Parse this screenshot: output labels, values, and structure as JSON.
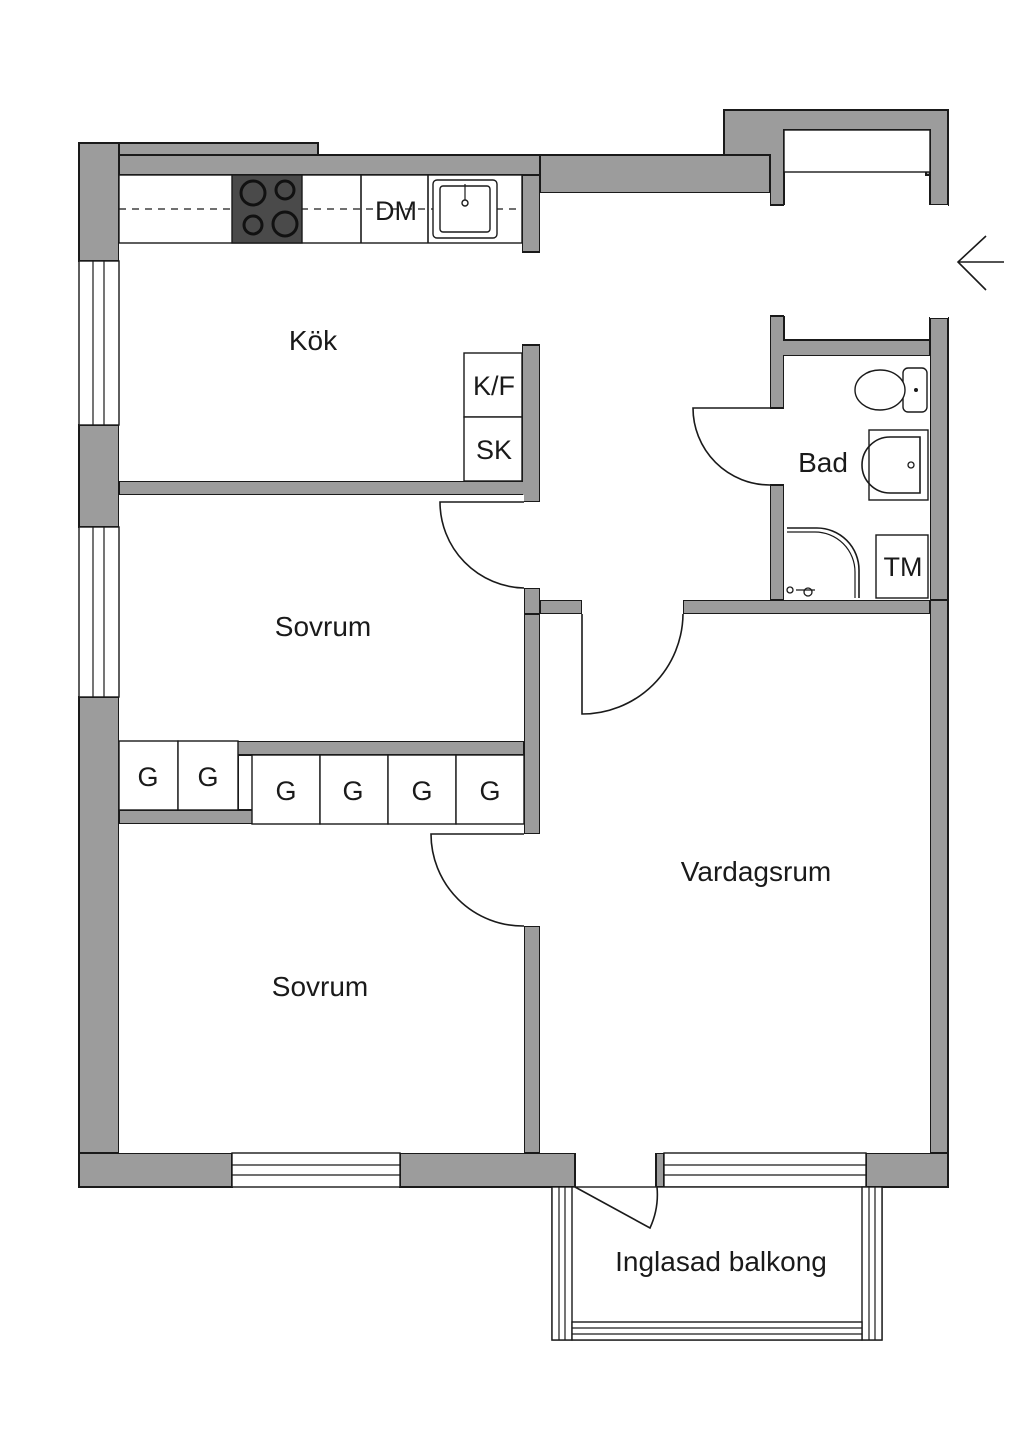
{
  "rooms": {
    "kitchen": "Kök",
    "bedroom_top": "Sovrum",
    "bedroom_bottom": "Sovrum",
    "living": "Vardagsrum",
    "bath": "Bad",
    "balcony": "Inglasad balkong"
  },
  "fixtures": {
    "dishwasher": "DM",
    "fridge_freezer": "K/F",
    "cabinet": "SK",
    "washer": "TM",
    "wardrobes": [
      "G",
      "G",
      "G",
      "G",
      "G",
      "G"
    ]
  },
  "entrance_icon": "arrow-left-icon",
  "colors": {
    "wall": "#9c9c9c",
    "line": "#1a1a1a",
    "background": "#ffffff"
  }
}
